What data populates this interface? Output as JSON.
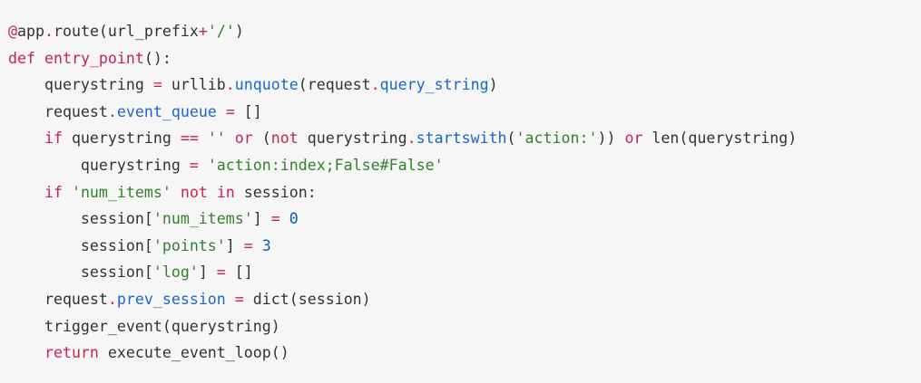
{
  "colors": {
    "background": "#f6f6f6",
    "text": "#333333",
    "keyword": "#c7254e",
    "string": "#32812d",
    "number": "#0b5ab8",
    "attribute": "#1a66cc"
  },
  "code": {
    "language": "python",
    "lines": [
      [
        {
          "t": "deco",
          "v": "@"
        },
        {
          "t": "txt",
          "v": "app"
        },
        {
          "t": "op",
          "v": "."
        },
        {
          "t": "txt",
          "v": "route(url_prefix"
        },
        {
          "t": "op",
          "v": "+"
        },
        {
          "t": "str",
          "v": "'/'"
        },
        {
          "t": "txt",
          "v": ")"
        }
      ],
      [
        {
          "t": "kw",
          "v": "def"
        },
        {
          "t": "txt",
          "v": " "
        },
        {
          "t": "fn",
          "v": "entry_point"
        },
        {
          "t": "txt",
          "v": "():"
        }
      ],
      [
        {
          "t": "txt",
          "v": "    querystring "
        },
        {
          "t": "op",
          "v": "="
        },
        {
          "t": "txt",
          "v": " urllib"
        },
        {
          "t": "op",
          "v": "."
        },
        {
          "t": "attr",
          "v": "unquote"
        },
        {
          "t": "txt",
          "v": "(request"
        },
        {
          "t": "op",
          "v": "."
        },
        {
          "t": "attr",
          "v": "query_string"
        },
        {
          "t": "txt",
          "v": ")"
        }
      ],
      [
        {
          "t": "txt",
          "v": "    request"
        },
        {
          "t": "op",
          "v": "."
        },
        {
          "t": "attr",
          "v": "event_queue"
        },
        {
          "t": "txt",
          "v": " "
        },
        {
          "t": "op",
          "v": "="
        },
        {
          "t": "txt",
          "v": " []"
        }
      ],
      [
        {
          "t": "txt",
          "v": "    "
        },
        {
          "t": "kw",
          "v": "if"
        },
        {
          "t": "txt",
          "v": " querystring "
        },
        {
          "t": "op",
          "v": "=="
        },
        {
          "t": "txt",
          "v": " "
        },
        {
          "t": "str",
          "v": "''"
        },
        {
          "t": "txt",
          "v": " "
        },
        {
          "t": "kw",
          "v": "or"
        },
        {
          "t": "txt",
          "v": " ("
        },
        {
          "t": "kw",
          "v": "not"
        },
        {
          "t": "txt",
          "v": " querystring"
        },
        {
          "t": "op",
          "v": "."
        },
        {
          "t": "attr",
          "v": "startswith"
        },
        {
          "t": "txt",
          "v": "("
        },
        {
          "t": "str",
          "v": "'action:'"
        },
        {
          "t": "txt",
          "v": ")) "
        },
        {
          "t": "kw",
          "v": "or"
        },
        {
          "t": "txt",
          "v": " len(querystring)"
        }
      ],
      [
        {
          "t": "txt",
          "v": "        querystring "
        },
        {
          "t": "op",
          "v": "="
        },
        {
          "t": "txt",
          "v": " "
        },
        {
          "t": "str",
          "v": "'action:index;False#False'"
        }
      ],
      [
        {
          "t": "txt",
          "v": "    "
        },
        {
          "t": "kw",
          "v": "if"
        },
        {
          "t": "txt",
          "v": " "
        },
        {
          "t": "str",
          "v": "'num_items'"
        },
        {
          "t": "txt",
          "v": " "
        },
        {
          "t": "kw",
          "v": "not in"
        },
        {
          "t": "txt",
          "v": " session:"
        }
      ],
      [
        {
          "t": "txt",
          "v": "        session["
        },
        {
          "t": "str",
          "v": "'num_items'"
        },
        {
          "t": "txt",
          "v": "] "
        },
        {
          "t": "op",
          "v": "="
        },
        {
          "t": "txt",
          "v": " "
        },
        {
          "t": "num",
          "v": "0"
        }
      ],
      [
        {
          "t": "txt",
          "v": "        session["
        },
        {
          "t": "str",
          "v": "'points'"
        },
        {
          "t": "txt",
          "v": "] "
        },
        {
          "t": "op",
          "v": "="
        },
        {
          "t": "txt",
          "v": " "
        },
        {
          "t": "num",
          "v": "3"
        }
      ],
      [
        {
          "t": "txt",
          "v": "        session["
        },
        {
          "t": "str",
          "v": "'log'"
        },
        {
          "t": "txt",
          "v": "] "
        },
        {
          "t": "op",
          "v": "="
        },
        {
          "t": "txt",
          "v": " []"
        }
      ],
      [
        {
          "t": "txt",
          "v": "    request"
        },
        {
          "t": "op",
          "v": "."
        },
        {
          "t": "attr",
          "v": "prev_session"
        },
        {
          "t": "txt",
          "v": " "
        },
        {
          "t": "op",
          "v": "="
        },
        {
          "t": "txt",
          "v": " dict(session)"
        }
      ],
      [
        {
          "t": "txt",
          "v": "    trigger_event(querystring)"
        }
      ],
      [
        {
          "t": "txt",
          "v": "    "
        },
        {
          "t": "kw",
          "v": "return"
        },
        {
          "t": "txt",
          "v": " execute_event_loop()"
        }
      ]
    ]
  }
}
